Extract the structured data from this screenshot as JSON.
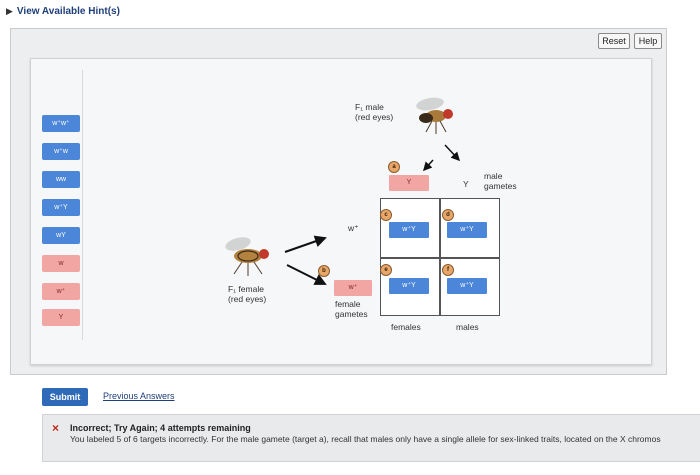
{
  "hint": {
    "label": "View Available Hint(s)"
  },
  "toolbar": {
    "reset": "Reset",
    "help": "Help"
  },
  "palette": [
    {
      "label": "w⁺w⁺",
      "color": "blue"
    },
    {
      "label": "w⁺w",
      "color": "blue"
    },
    {
      "label": "ww",
      "color": "blue"
    },
    {
      "label": "w⁺Y",
      "color": "blue"
    },
    {
      "label": "wY",
      "color": "blue"
    },
    {
      "label": "w",
      "color": "pink"
    },
    {
      "label": "w⁺",
      "color": "pink"
    },
    {
      "label": "Y",
      "color": "pink"
    }
  ],
  "diagram": {
    "male_label_line1": "F₁ male",
    "male_label_line2": "(red eyes)",
    "female_label_line1": "F₁ female",
    "female_label_line2": "(red eyes)",
    "w_plus": "w⁺",
    "y_label": "Y",
    "male_gametes_line1": "male",
    "male_gametes_line2": "gametes",
    "female_gametes_line1": "female",
    "female_gametes_line2": "gametes",
    "females_label": "females",
    "males_label": "males",
    "targets": {
      "a": {
        "letter": "a",
        "value": "Y",
        "color": "pink"
      },
      "b": {
        "letter": "b",
        "value": "w⁺",
        "color": "pink"
      },
      "c": {
        "letter": "c",
        "value": "w⁺Y",
        "color": "blue"
      },
      "d": {
        "letter": "d",
        "value": "w⁺Y",
        "color": "blue"
      },
      "e": {
        "letter": "e",
        "value": "w⁺Y",
        "color": "blue"
      },
      "f": {
        "letter": "f",
        "value": "w⁺Y",
        "color": "blue"
      }
    }
  },
  "actions": {
    "submit": "Submit",
    "previous": "Previous Answers"
  },
  "feedback": {
    "icon": "×",
    "title": "Incorrect; Try Again; 4 attempts remaining",
    "body": "You labeled 5 of 6 targets incorrectly. For the male gamete (target a), recall that males only have a single allele for sex-linked traits, located on the X chromos"
  }
}
